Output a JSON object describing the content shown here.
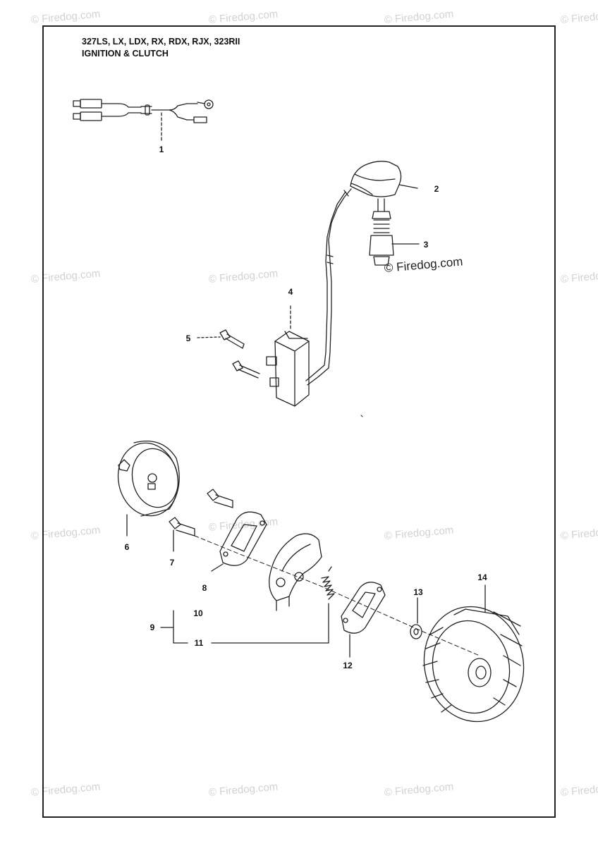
{
  "header": {
    "models": "327LS, LX, LDX, RX, RDX, RJX, 323RII",
    "section": "IGNITION & CLUTCH"
  },
  "watermark": "© Firedog.com",
  "copyright": "© Firedog.com",
  "callouts": [
    {
      "id": "1",
      "label": "1"
    },
    {
      "id": "2",
      "label": "2"
    },
    {
      "id": "3",
      "label": "3"
    },
    {
      "id": "4",
      "label": "4"
    },
    {
      "id": "5",
      "label": "5"
    },
    {
      "id": "6",
      "label": "6"
    },
    {
      "id": "7",
      "label": "7"
    },
    {
      "id": "8",
      "label": "8"
    },
    {
      "id": "9",
      "label": "9"
    },
    {
      "id": "10",
      "label": "10"
    },
    {
      "id": "11",
      "label": "11"
    },
    {
      "id": "12",
      "label": "12"
    },
    {
      "id": "13",
      "label": "13"
    },
    {
      "id": "14",
      "label": "14"
    }
  ],
  "colors": {
    "line": "#222222",
    "watermark": "#d2d2d2"
  }
}
